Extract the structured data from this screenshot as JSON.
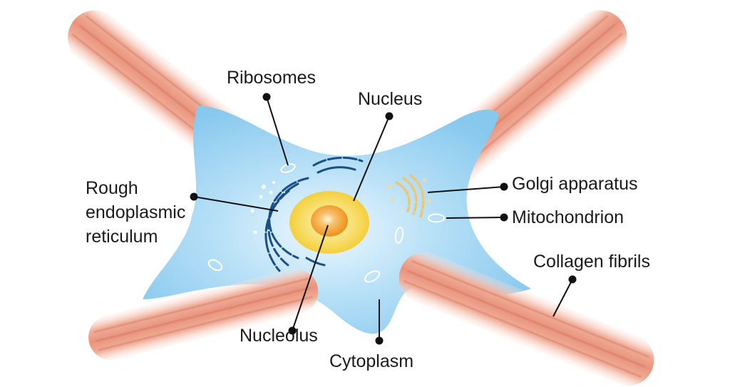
{
  "labels": {
    "ribosomes": "Ribosomes",
    "nucleus": "Nucleus",
    "rough_er_line1": "Rough",
    "rough_er_line2": "endoplasmic",
    "rough_er_line3": "reticulum",
    "golgi": "Golgi apparatus",
    "mitochondrion": "Mitochondrion",
    "collagen": "Collagen fibrils",
    "nucleolus": "Nucleolus",
    "cytoplasm": "Cytoplasm"
  },
  "colors": {
    "background": "#ffffff",
    "cytoplasm": "#8fcdf0",
    "cytoplasm_light": "#e8f6fd",
    "fibril": "#eca08a",
    "fibril_stripe": "#d9806a",
    "nucleus_outer": "#f6d64a",
    "nucleus_inner": "#f09a1e",
    "er": "#1a4f86",
    "golgi": "#f3d08a",
    "leader": "#111111"
  }
}
